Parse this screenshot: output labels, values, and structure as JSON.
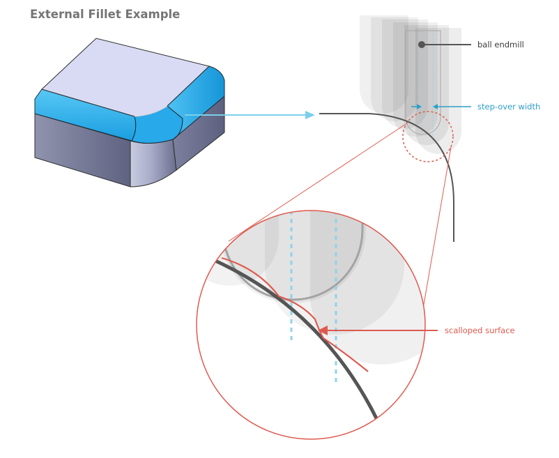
{
  "title": "External Fillet Example",
  "labels": {
    "ball_endmill": "ball endmill",
    "step_over_width": "step-over width",
    "scalloped_surface": "scalloped surface"
  },
  "colors": {
    "title_text": "#757575",
    "fillet_blue": "#2fb0e8",
    "callout_light_blue": "#7ccfea",
    "step_over_blue": "#2d9fc7",
    "dashed_toolpath": "#8fd3ea",
    "red_outline": "#de5a4f",
    "surface_dark": "#555555",
    "tool_gray": "#a6a6a6"
  }
}
